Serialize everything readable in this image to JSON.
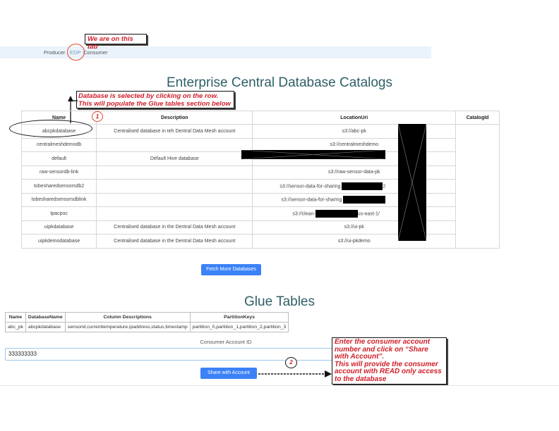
{
  "nav": {
    "tabs": [
      "Producer",
      "EDP",
      "Consumer"
    ],
    "active_tab_callout": "We are on this tab"
  },
  "catalogs": {
    "title": "Enterprise Central Database Catalogs",
    "columns": [
      "Name",
      "Description",
      "LocationUri",
      "CatalogId"
    ],
    "rows": [
      {
        "name": "abcpkdatabase",
        "description": "Centralised database in teh Dentral Data Mesh account",
        "location": "s3://abc-pk"
      },
      {
        "name": "centralmeshdemodb",
        "description": "",
        "location": "s3://centralmeshdemo"
      },
      {
        "name": "default",
        "description": "Default Hive database",
        "location": ""
      },
      {
        "name": "raw-sensordb-link",
        "description": "",
        "location": "s3://raw-sensor-data-pk"
      },
      {
        "name": "tobesharedsensorsdb2",
        "description": "",
        "location": "s3://sensor-data-for-sharing",
        "location_suffix": "2"
      },
      {
        "name": "tobesharedsensorsdblink",
        "description": "",
        "location": "s3://sensor-data-for-sharing"
      },
      {
        "name": "tpacpoc",
        "description": "",
        "location": "s3://clean-",
        "location_suffix": "us-east-1/"
      },
      {
        "name": "uipkdatabase",
        "description": "Centralised database in the Dentral Data Mesh account",
        "location": "s3://ui-pk"
      },
      {
        "name": "uipkdemodatabase",
        "description": "Centralised database in the Dentral Data Mesh account",
        "location": "s3://ui-pkdemo"
      }
    ],
    "row_callout_line1": "Database is selected by clicking on the row.",
    "row_callout_line2": "This will populate the Glue tables section below",
    "step1": "1",
    "fetch_button": "Fetch More Databases"
  },
  "glue": {
    "title": "Glue Tables",
    "columns": [
      "Name",
      "DatabaseName",
      "Column Descriptions",
      "PartitionKeys"
    ],
    "rows": [
      {
        "name": "abc_pk",
        "database": "abcpkdatabase",
        "columns": "sensorid,currenttemperature,ipaddress,status,timestamp",
        "partitions": "partition_0,partition_1,partition_2,partition_3"
      }
    ]
  },
  "share": {
    "label": "Consumer Account ID",
    "value": "333333333",
    "button": "Share with Account",
    "step2": "2",
    "callout_lines": [
      "Enter the consumer account",
      "number and click on “Share",
      "with Account”.",
      "This will provide the consumer",
      "account with READ only access",
      "to the database"
    ]
  },
  "colors": {
    "accent": "#3b82f6",
    "title": "#2f5f68",
    "callout": "#d0202a",
    "nav_bg": "#eaf3fb"
  }
}
